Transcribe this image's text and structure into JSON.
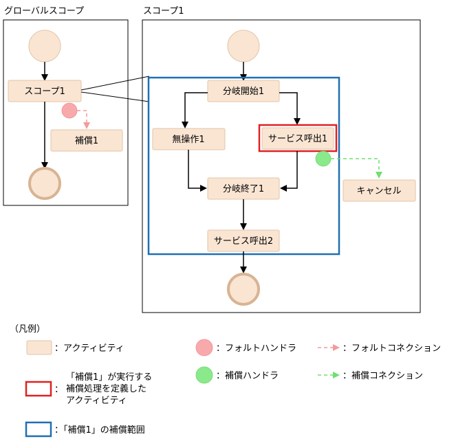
{
  "global_scope": {
    "title": "グローバルスコープ",
    "activity_scope": "スコープ1",
    "activity_compensation": "補償1"
  },
  "scope1": {
    "title": "スコープ1",
    "activities": {
      "branch_start": "分岐開始1",
      "no_op": "無操作1",
      "service_call_1": "サービス呼出1",
      "branch_end": "分岐終了1",
      "service_call_2": "サービス呼出2",
      "cancel": "キャンセル"
    }
  },
  "legend": {
    "title": "（凡例）",
    "activity": "：アクティビティ",
    "fault_handler": "：フォルトハンドラ",
    "fault_connection": "：フォルトコネクション",
    "comp_handler": "：補償ハンドラ",
    "comp_connection": "：補償コネクション",
    "compensated_line1": "「補償1」が実行する",
    "compensated_line2": "補償処理を定義した",
    "compensated_line3": "アクティビティ",
    "compensated_colon": "：",
    "comp_scope": "：「補償1」の補償範囲"
  },
  "colors": {
    "activity_fill": "#fae5d3",
    "activity_stroke": "#e2c4a8",
    "fault_handler": "#f8a9ac",
    "comp_handler": "#8ae98a",
    "highlight_red": "#e02020",
    "scope_blue": "#1f6fb2"
  }
}
